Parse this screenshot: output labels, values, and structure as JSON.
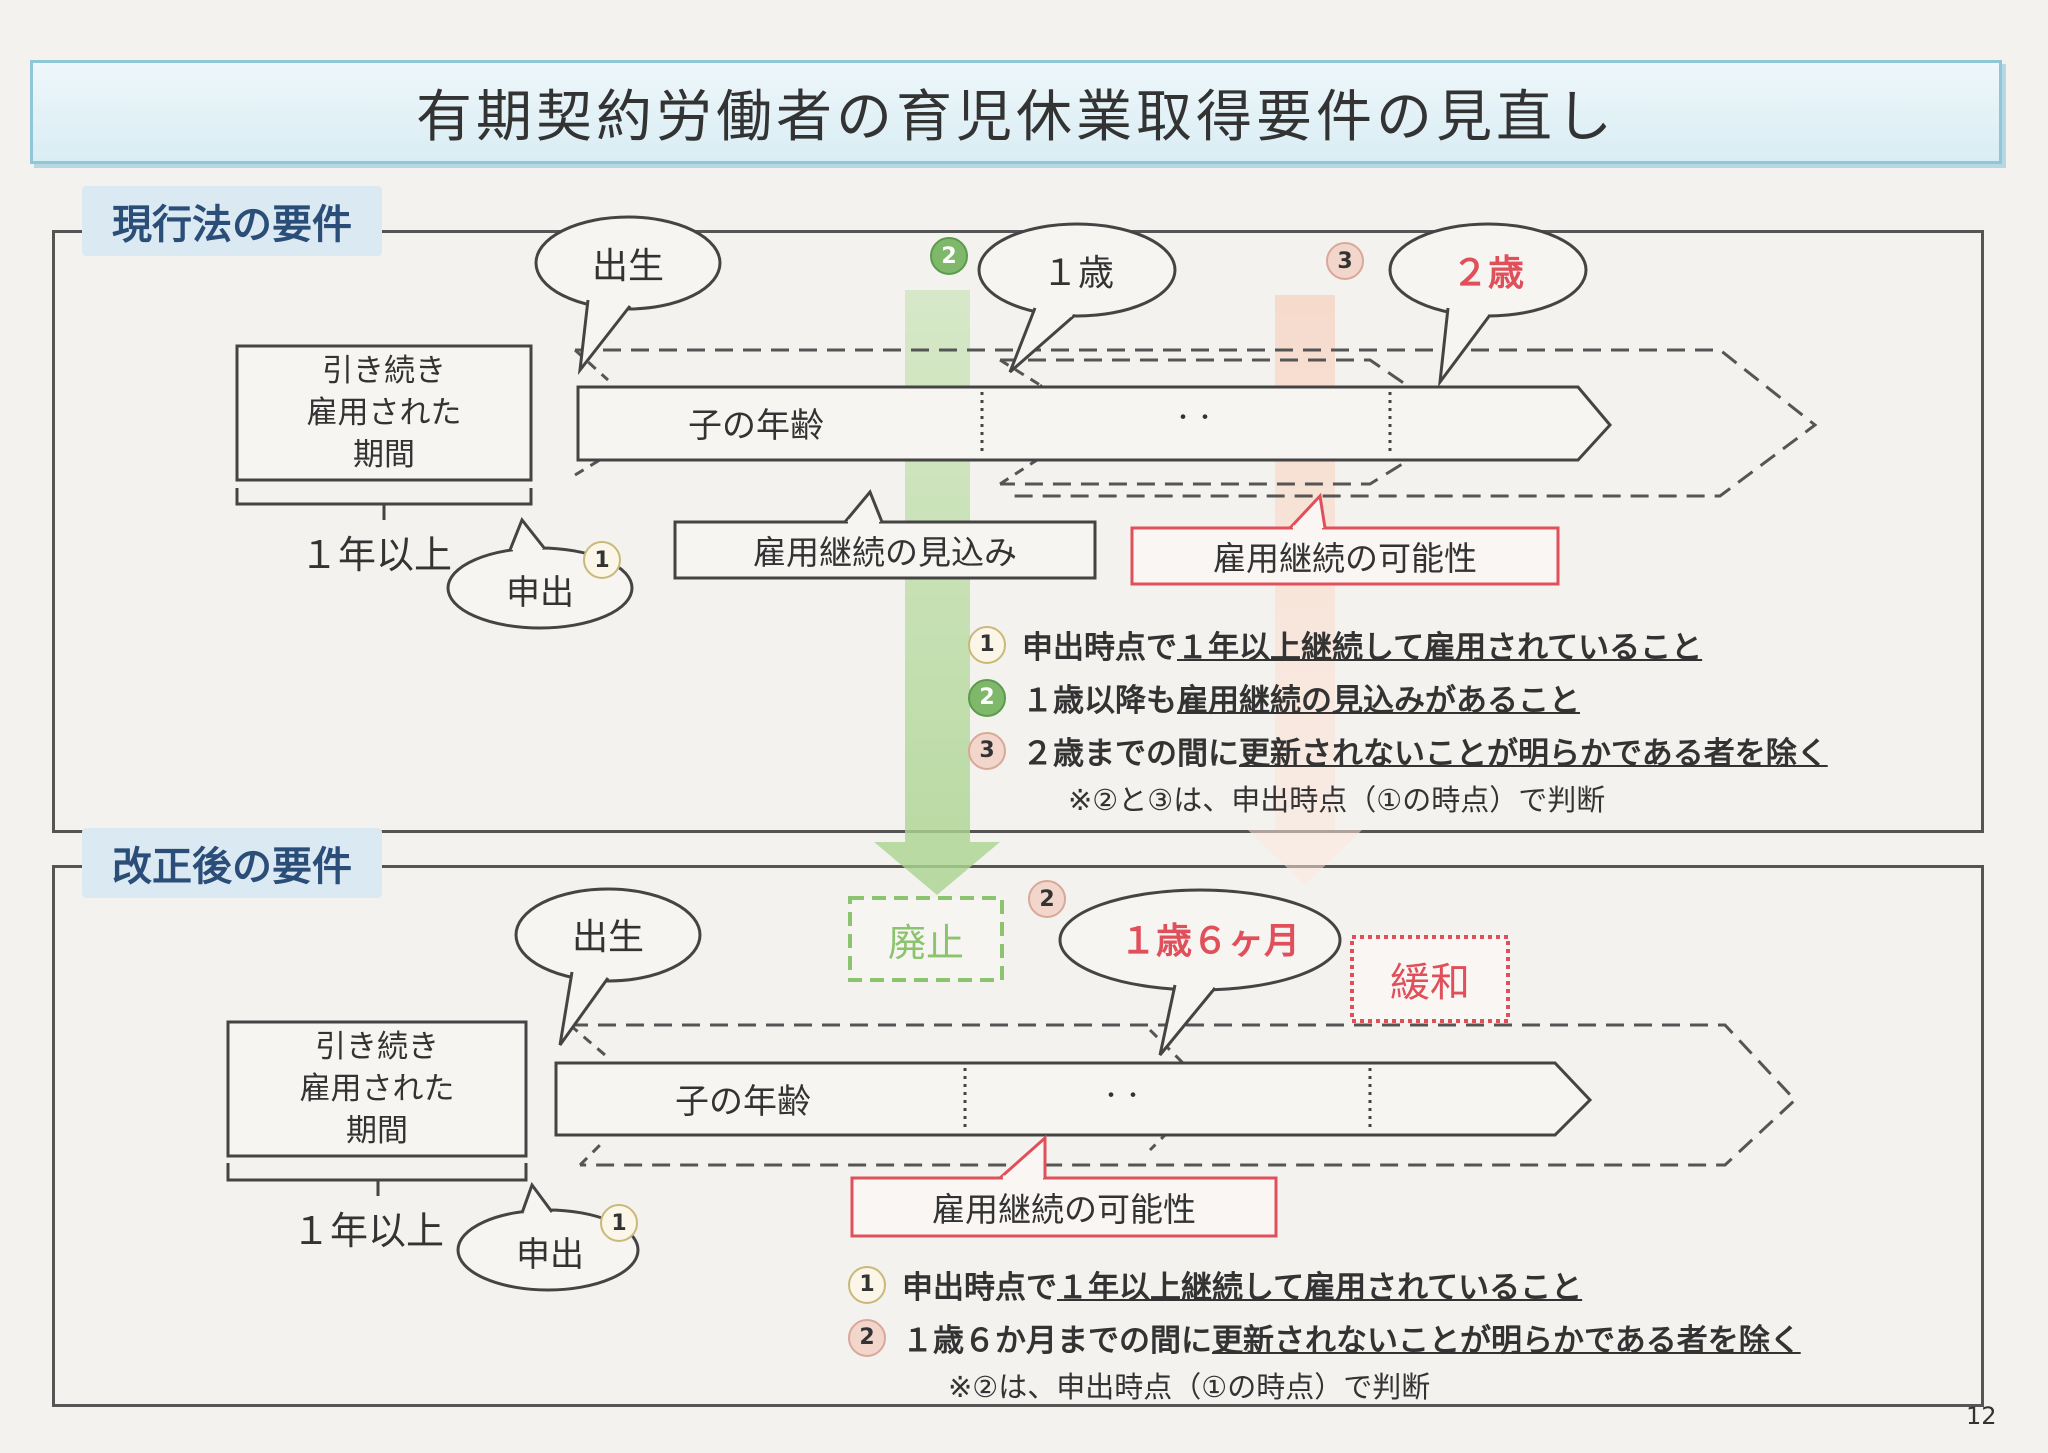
{
  "title": "有期契約労働者の育児休業取得要件の見直し",
  "page_number": "12",
  "current": {
    "section_label": "現行法の要件",
    "employment_period_label": [
      "引き続き",
      "雇用された",
      "期間"
    ],
    "child_age_label": "子の年齢",
    "dots": "・・",
    "birth_callout": "出生",
    "one_year_callout": "１歳",
    "two_year_callout": "２歳",
    "one_year_plus": "１年以上",
    "application": "申出",
    "outlook_box": "雇用継続の見込み",
    "possibility_box": "雇用継続の可能性",
    "badge_1": "1",
    "badge_2": "2",
    "badge_3": "3",
    "notes": [
      {
        "badge": "1",
        "prefix": "申出時点で",
        "underlined": "１年以上継続して雇用されていること",
        "suffix": ""
      },
      {
        "badge": "2",
        "prefix": "１歳以降も",
        "underlined": "雇用継続の見込みがあること",
        "suffix": ""
      },
      {
        "badge": "3",
        "prefix": "２歳までの間に",
        "underlined": "更新されないことが明らかである者を除く",
        "suffix": ""
      }
    ],
    "note_sub": "※②と③は、申出時点（①の時点）で判断"
  },
  "revised": {
    "section_label": "改正後の要件",
    "employment_period_label": [
      "引き続き",
      "雇用された",
      "期間"
    ],
    "child_age_label": "子の年齢",
    "dots": "・・",
    "birth_callout": "出生",
    "age_callout": "１歳６ヶ月",
    "abolished": "廃止",
    "relaxed": "緩和",
    "one_year_plus": "１年以上",
    "application": "申出",
    "possibility_box": "雇用継続の可能性",
    "badge_1": "1",
    "badge_2": "2",
    "notes": [
      {
        "badge": "1",
        "prefix": "申出時点で",
        "underlined": "１年以上継続して雇用されていること",
        "suffix": ""
      },
      {
        "badge": "2",
        "prefix": "１歳６か月までの間に",
        "underlined": "更新されないことが明らかである者を除く",
        "suffix": ""
      }
    ],
    "note_sub": "※②は、申出時点（①の時点）で判断"
  },
  "colors": {
    "accent_red": "#e0505a",
    "accent_green": "#8cc36f",
    "accent_salmon": "#f3b79f",
    "section_label_bg": "#dbe9f3",
    "section_label_text": "#2b4e78"
  }
}
